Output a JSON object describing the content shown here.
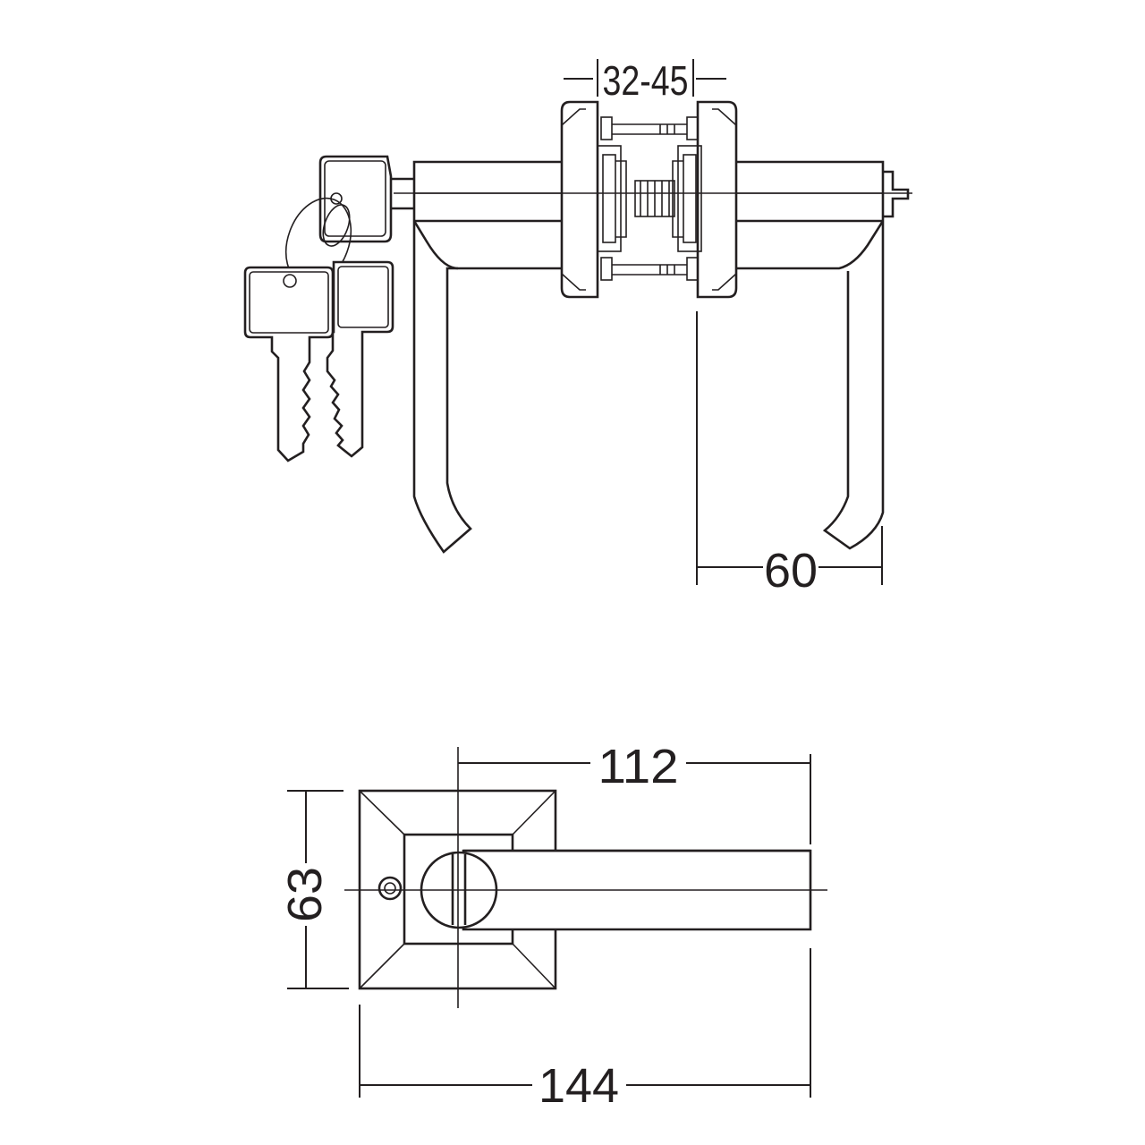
{
  "dimensions": {
    "rose_spacing": "32-45",
    "lever_projection": "60",
    "lever_length": "112",
    "rose_height": "63",
    "overall_length": "144"
  }
}
